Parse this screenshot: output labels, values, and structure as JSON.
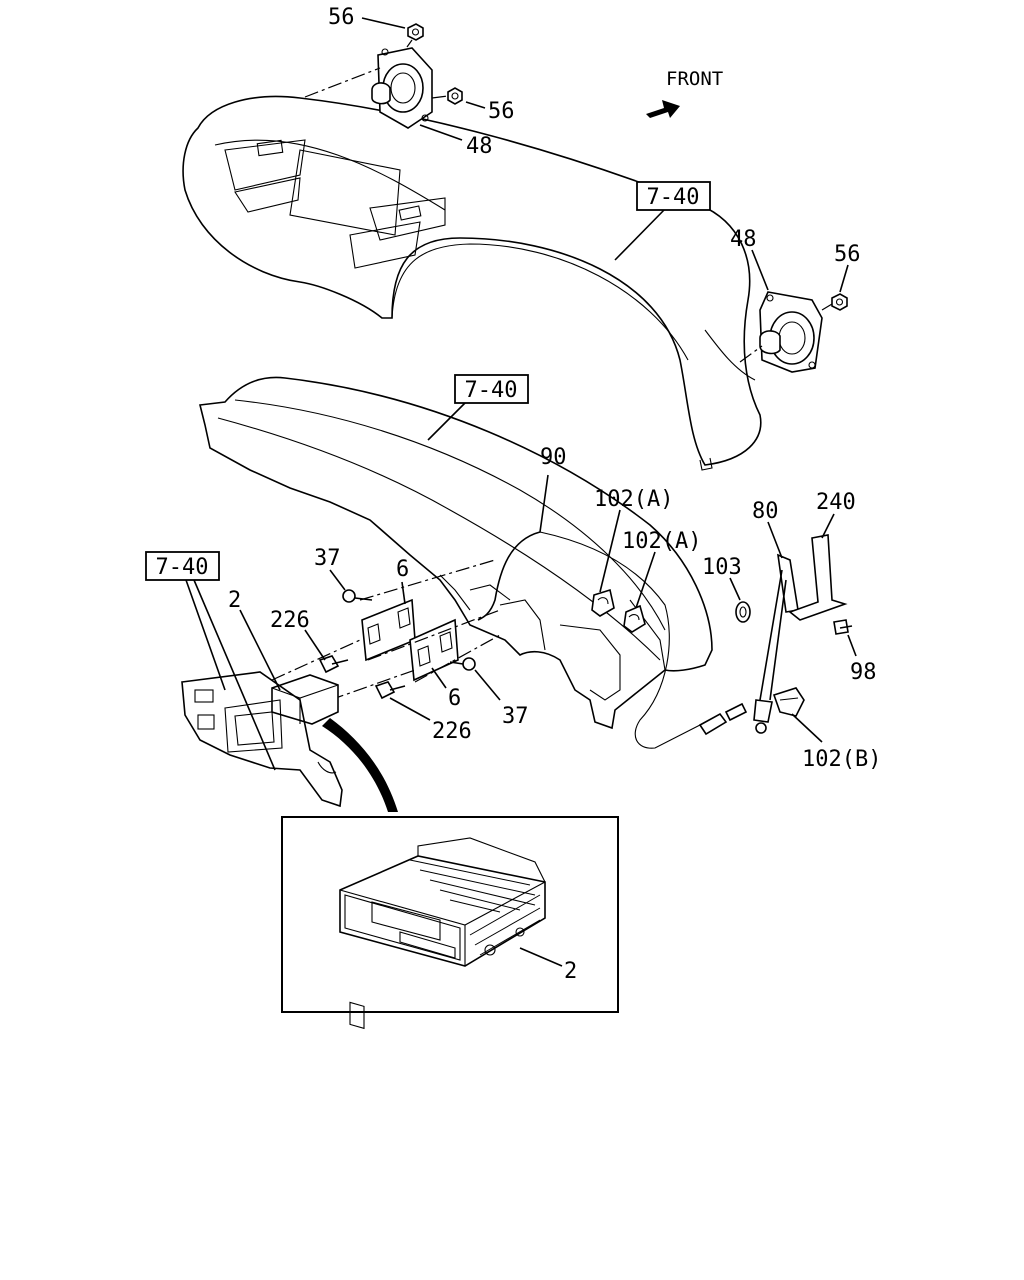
{
  "direction": {
    "front_label": "FRONT"
  },
  "ref_boxes": {
    "upper_dash": "7-40",
    "instrument_panel": "7-40",
    "side_panel": "7-40"
  },
  "callouts": {
    "nut_56_top": "56",
    "nut_56_mid": "56",
    "speaker_48_left": "48",
    "speaker_48_right": "48",
    "nut_56_right": "56",
    "antenna_cable_90": "90",
    "clip_102a_upper": "102(A)",
    "clip_102a_lower": "102(A)",
    "grommet_103": "103",
    "antenna_80": "80",
    "bracket_240": "240",
    "screw_98": "98",
    "clip_102b": "102(B)",
    "radio_2": "2",
    "screw_37_upper": "37",
    "bracket_6_upper": "6",
    "bolt_226_upper": "226",
    "bracket_6_lower": "6",
    "screw_37_lower": "37",
    "bolt_226_lower": "226",
    "radio_2_detail": "2"
  }
}
